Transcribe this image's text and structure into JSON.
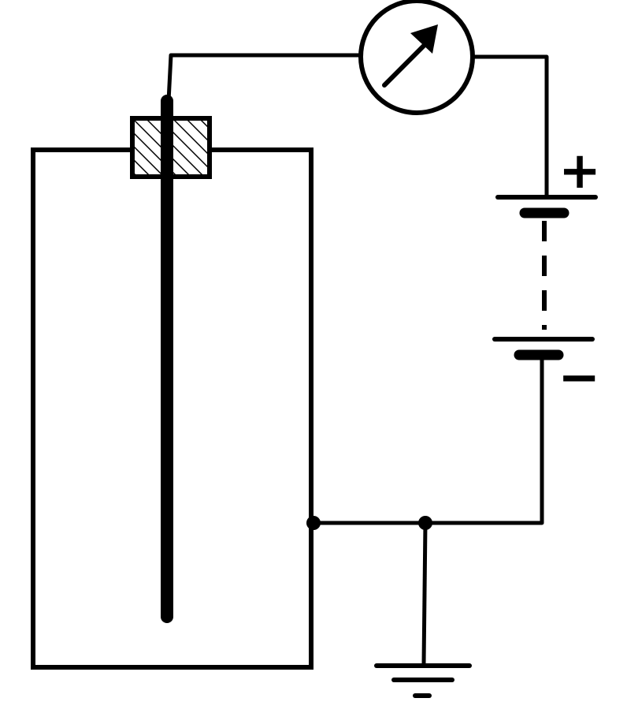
{
  "diagram": {
    "stroke_color": "#000000",
    "background_color": "#ffffff",
    "battery": {
      "positive_label": "+",
      "negative_label": "−"
    },
    "components": [
      "vessel",
      "central-electrode-rod",
      "insulator-plug",
      "meter",
      "battery",
      "ground"
    ]
  }
}
